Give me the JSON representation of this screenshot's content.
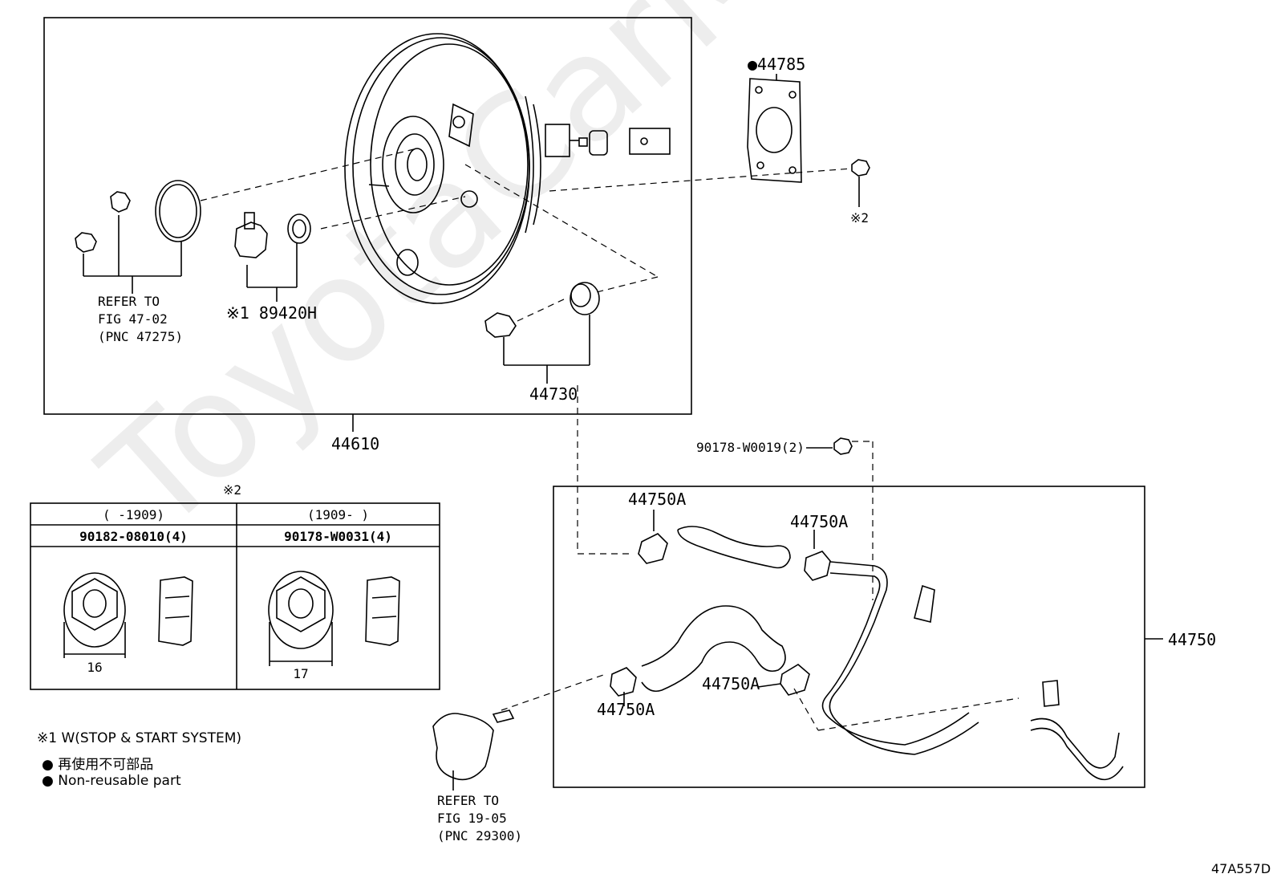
{
  "watermark": "ToyotaCarMine.ru",
  "diagram_id": "47A557D",
  "callouts": {
    "p44785": "●44785",
    "p2_note_right": "※2",
    "p89420h": "※1 89420H",
    "p44730": "44730",
    "p44610": "44610",
    "refer_47": [
      "REFER TO",
      "FIG 47-02",
      "(PNC 47275)"
    ],
    "p90178w0019": "90178-W0019(2)",
    "p44750a_1": "44750A",
    "p44750a_2": "44750A",
    "p44750a_3": "44750A",
    "p44750a_4": "44750A",
    "p44750": "44750",
    "refer_19": [
      "REFER TO",
      "FIG 19-05",
      "(PNC 29300)"
    ]
  },
  "nut_table": {
    "marker": "※2",
    "columns": [
      {
        "period": "(    -1909)",
        "part": "90182-08010(4)",
        "dimension": "16"
      },
      {
        "period": "(1909-     )",
        "part": "90178-W0031(4)",
        "dimension": "17"
      }
    ]
  },
  "legend": {
    "note1": "※1 W(STOP & START SYSTEM)",
    "jp": "● 再使用不可部品",
    "en": "● Non-reusable part"
  }
}
